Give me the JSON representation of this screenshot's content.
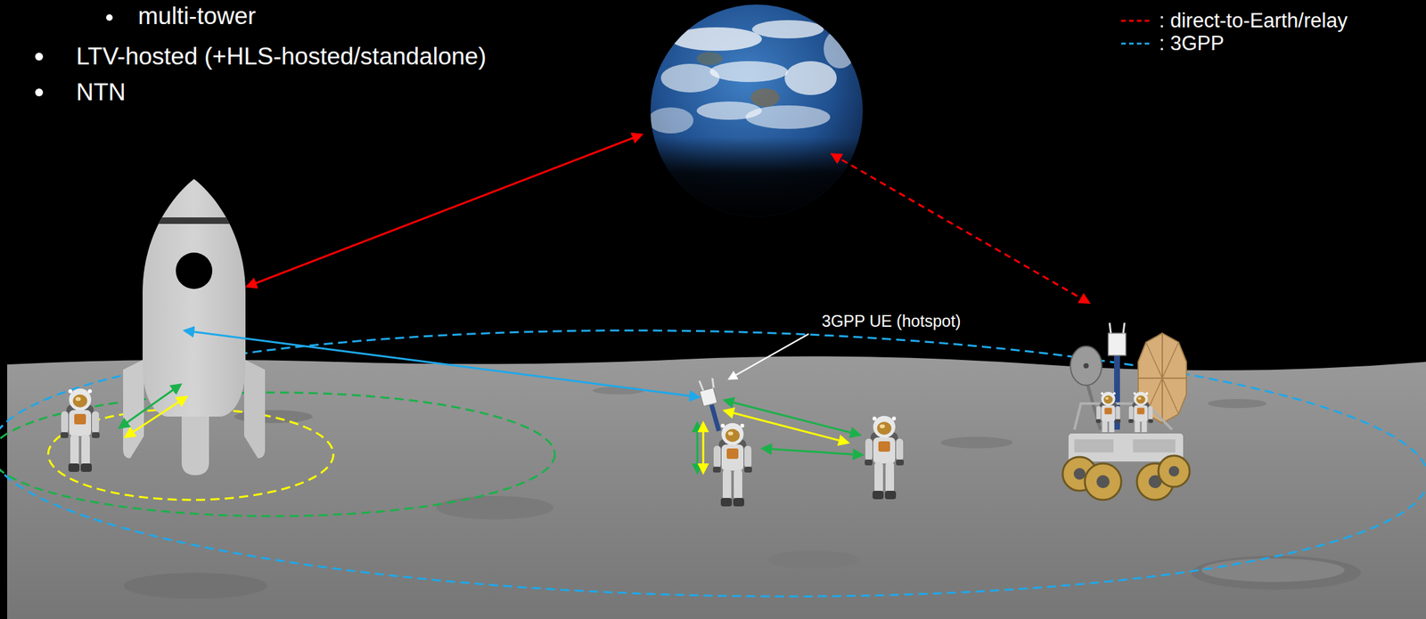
{
  "diagram": {
    "labels": [
      "multi-tower",
      "LTV-hosted (+HLS-hosted/standalone)",
      "NTN",
      "3GPP UE (hotspot)"
    ],
    "legend": [
      {
        "text": ": direct-to-Earth/relay"
      },
      {
        "text": ": 3GPP"
      }
    ]
  }
}
